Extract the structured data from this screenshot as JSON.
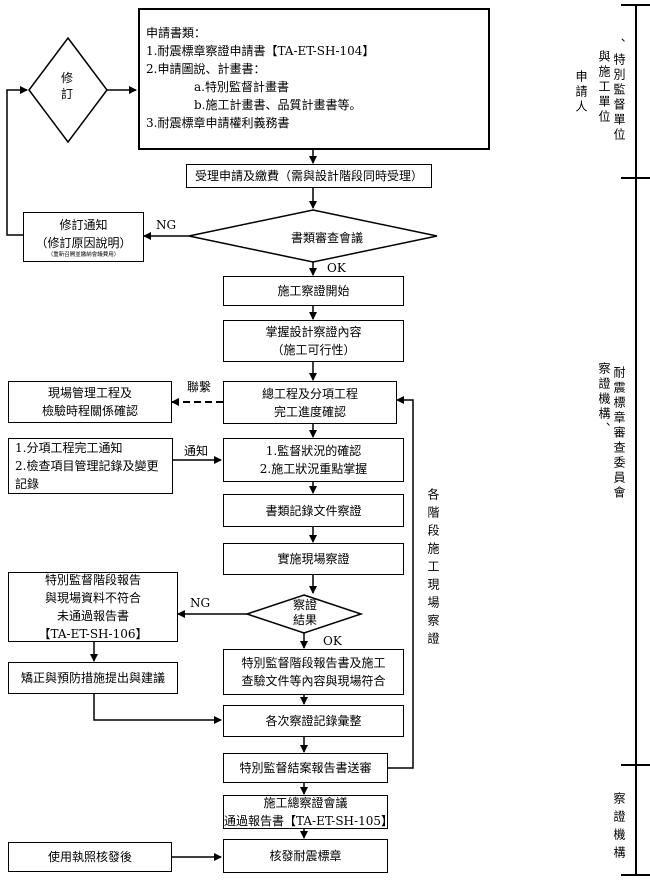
{
  "application": {
    "title": "申請書類：",
    "item1": "1.耐震標章察證申請書【TA-ET-SH-104】",
    "item2": "2.申請圖說、計畫書：",
    "item2a": "a.特別監督計畫書",
    "item2b": "b.施工計畫書、品質計畫書等。",
    "item3": "3.耐震標章申請權利義務書"
  },
  "revise": "修訂",
  "revision_notice": {
    "line1": "修訂通知",
    "line2": "（修訂原因說明）",
    "note": "（重新召開並繳納會議費用）"
  },
  "receive": "受理申請及繳費（需與設計階段同時受理）",
  "review_meeting": "書類審查會議",
  "labels": {
    "ng1": "NG",
    "ok1": "OK",
    "ng2": "NG",
    "ok2": "OK",
    "liaison": "聯繫",
    "notify": "通知"
  },
  "start": "施工察證開始",
  "grasp": {
    "line1": "掌握設計察證內容",
    "line2": "（施工可行性）"
  },
  "site_mgmt": {
    "line1": "現場管理工程及",
    "line2": "檢驗時程關係確認"
  },
  "progress": {
    "line1": "總工程及分項工程",
    "line2": "完工進度確認"
  },
  "subwork": {
    "line1": "1.分項工程完工通知",
    "line2": "2.檢查項目管理記錄及變更",
    "line3": "記錄"
  },
  "supervise": {
    "line1": "1.監督狀況的確認",
    "line2": "2.施工狀況重點掌握"
  },
  "doc_check": "書類記錄文件察證",
  "site_check": "實施現場察證",
  "result": {
    "line1": "察證",
    "line2": "結果"
  },
  "nonconform": {
    "line1": "特別監督階段報告",
    "line2": "與現場資料不符合",
    "line3": "未通過報告書",
    "line4": "【TA-ET-SH-106】"
  },
  "correct": "矯正與預防措施提出與建議",
  "conform": {
    "line1": "特別監督階段報告書及施工",
    "line2": "查驗文件等內容與現場符合"
  },
  "compile": "各次察證記錄彙整",
  "final_report": "特別監督結案報告書送審",
  "final_meeting": {
    "line1": "施工總察證會議",
    "line2": "通過報告書【TA-ET-SH-105】"
  },
  "license": "使用執照核發後",
  "issue": "核發耐震標章",
  "loop_label": "各階段施工現場察證",
  "side": {
    "applicant": "申請人",
    "builder_a": "、特別監督單位",
    "builder_b": "與施工單位",
    "agency_a": "察證機構、",
    "agency_b": "耐震標章審查委員會",
    "agency_final": "察證機構"
  }
}
